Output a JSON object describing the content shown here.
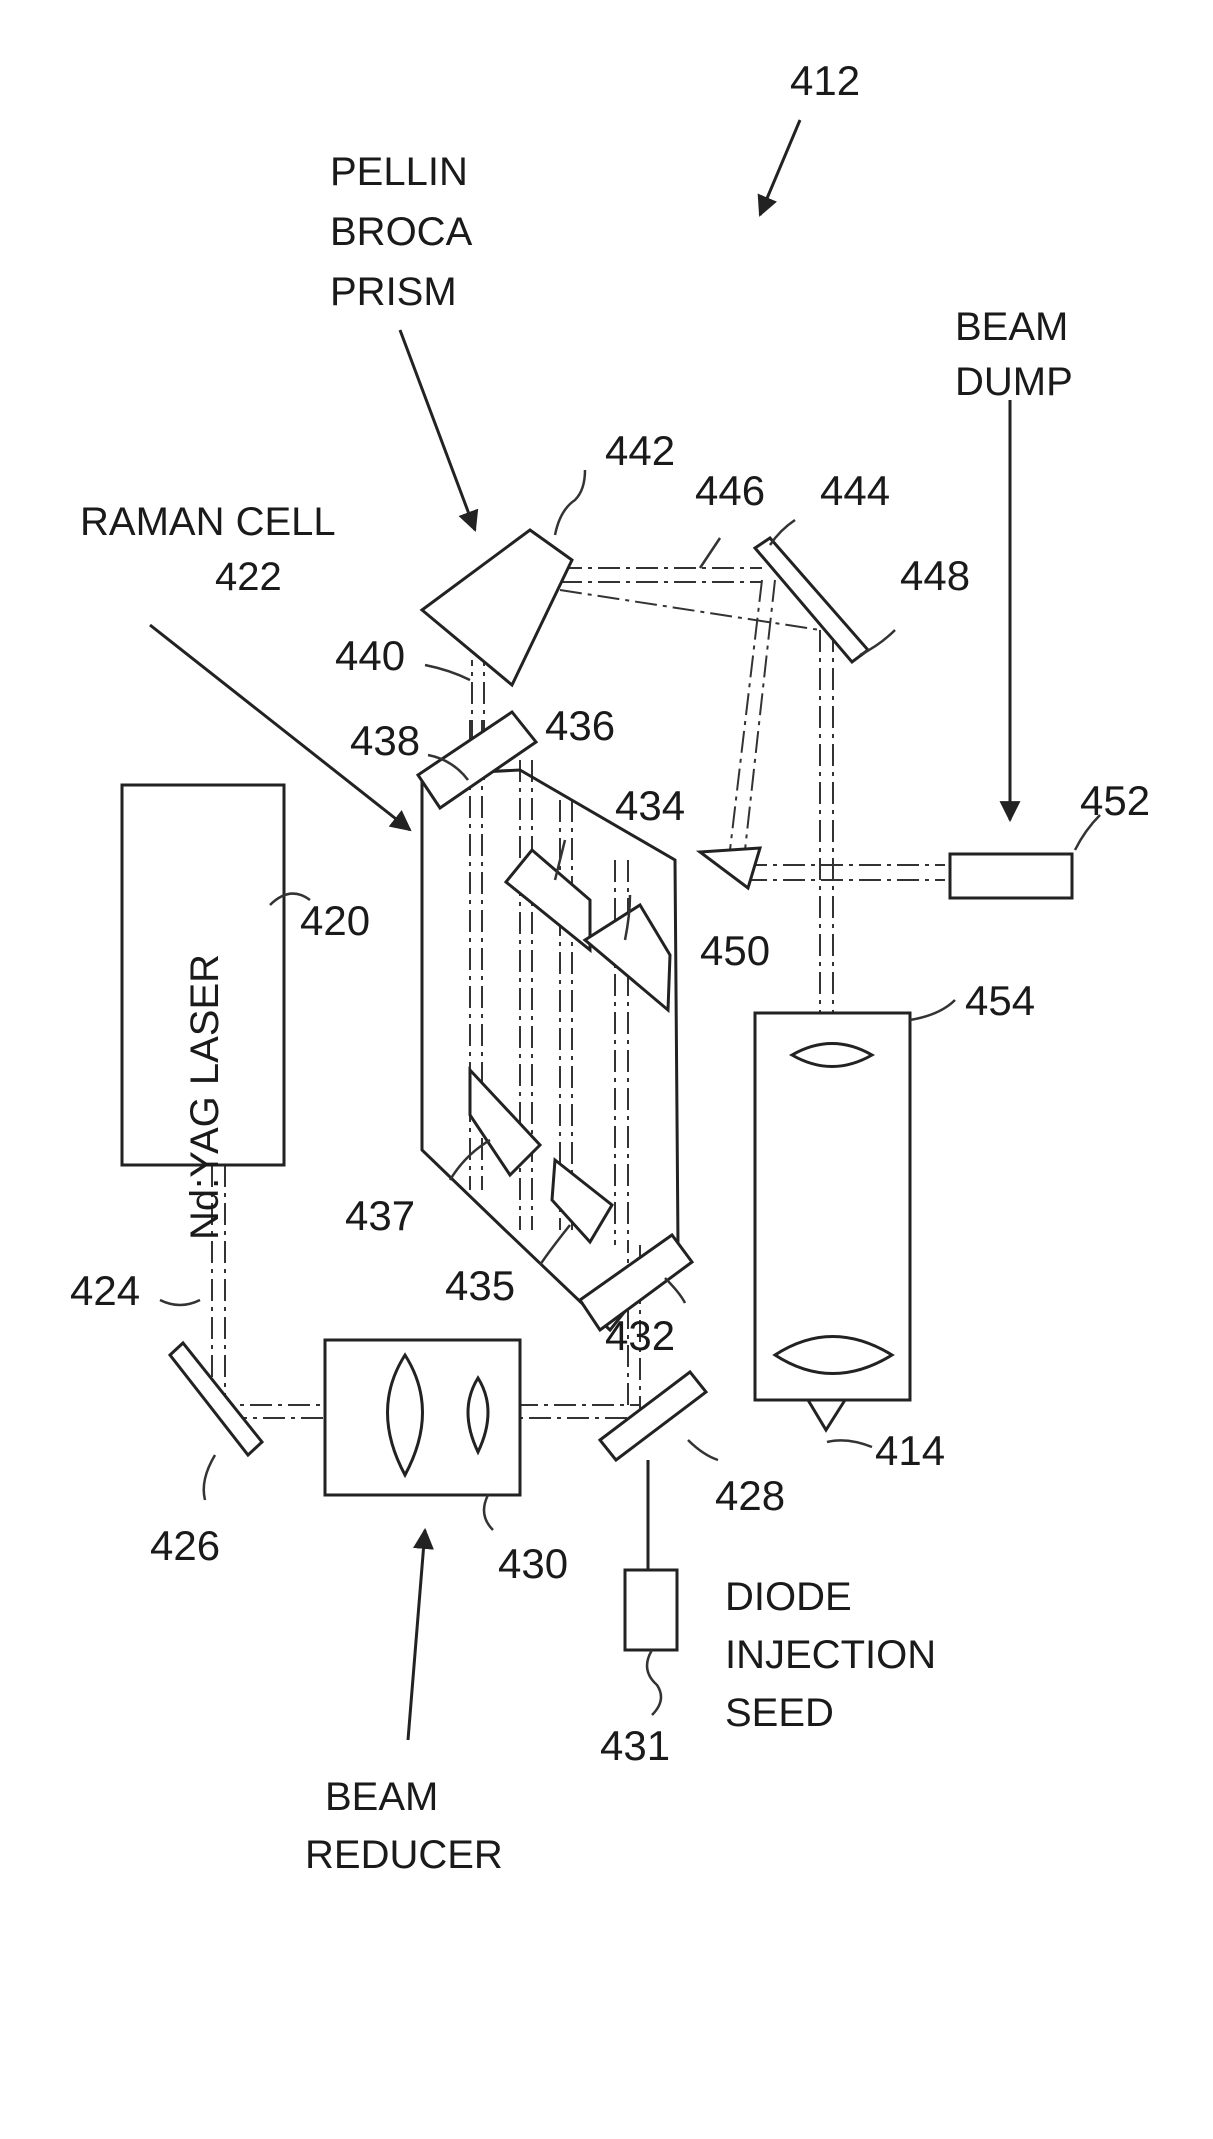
{
  "figure": {
    "ref": "412",
    "labels": {
      "pellin_1": "PELLIN",
      "pellin_2": "BROCA",
      "pellin_3": "PRISM",
      "beam_dump_1": "BEAM",
      "beam_dump_2": "DUMP",
      "raman_1": "RAMAN CELL",
      "raman_2": "422",
      "laser": "Nd:YAG LASER",
      "reducer_1": "BEAM",
      "reducer_2": "REDUCER",
      "diode_1": "DIODE",
      "diode_2": "INJECTION",
      "diode_3": "SEED"
    },
    "refs": {
      "r414": "414",
      "r420": "420",
      "r424": "424",
      "r426": "426",
      "r428": "428",
      "r430": "430",
      "r431": "431",
      "r432": "432",
      "r434": "434",
      "r435": "435",
      "r436": "436",
      "r437": "437",
      "r438": "438",
      "r440": "440",
      "r442": "442",
      "r444": "444",
      "r446": "446",
      "r448": "448",
      "r450": "450",
      "r452": "452",
      "r454": "454"
    }
  }
}
